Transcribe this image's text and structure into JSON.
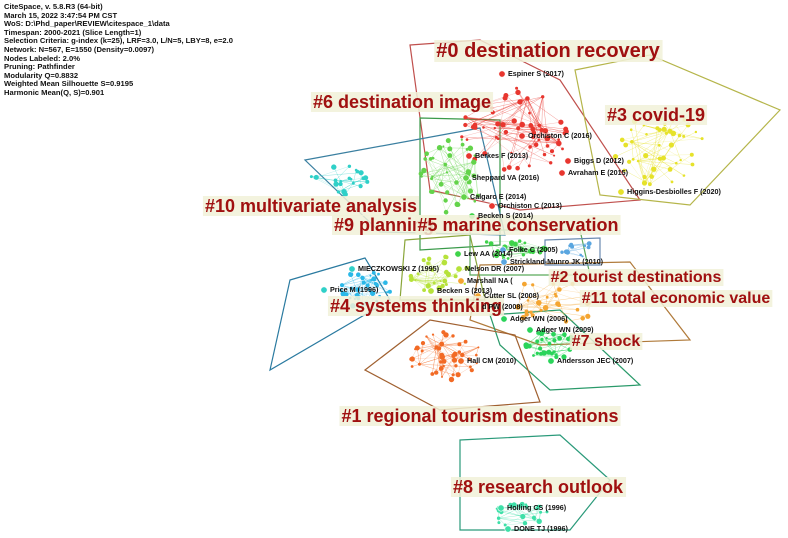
{
  "info_lines": [
    "CiteSpace, v. 5.8.R3 (64-bit)",
    "March 15, 2022 3:47:54 PM CST",
    "WoS: D:\\Phd_paper\\REVIEW\\citespace_1\\data",
    "Timespan: 2000-2021 (Slice Length=1)",
    "Selection Criteria: g-index (k=25), LRF=3.0, L/N=5, LBY=8, e=2.0",
    "Network: N=567, E=1550 (Density=0.0097)",
    "Nodes Labeled: 2.0%",
    "Pruning: Pathfinder",
    "Modularity Q=0.8832",
    "Weighted Mean Silhouette S=0.9195",
    "Harmonic Mean(Q, S)=0.901"
  ],
  "clusters": [
    {
      "id": "c0",
      "label": "#0 destination recovery",
      "color": "#e8362f",
      "hull": "#c0504d"
    },
    {
      "id": "c3",
      "label": "#3 covid-19",
      "color": "#e6e22a",
      "hull": "#b5b54a"
    },
    {
      "id": "c6",
      "label": "#6 destination image",
      "color": "#63d34a",
      "hull": "#3a9a4a"
    },
    {
      "id": "c10",
      "label": "#10 multivariate analysis",
      "color": "#2fd0c8",
      "hull": "#3a7fa0"
    },
    {
      "id": "c9",
      "label": "#9 planning",
      "color": "#b6e23a",
      "hull": "#8aa63a"
    },
    {
      "id": "c5",
      "label": "#5 marine conservation",
      "color": "#3fd34a",
      "hull": "#5aaa5a"
    },
    {
      "id": "c2",
      "label": "#2 tourist destinations",
      "color": "#f4a531",
      "hull": "#b07a3a"
    },
    {
      "id": "c11",
      "label": "#11 total economic value",
      "color": "#5aa6e0",
      "hull": "#6a8ab0"
    },
    {
      "id": "c4",
      "label": "#4 systems thinking",
      "color": "#2ab8e8",
      "hull": "#2a7aa0"
    },
    {
      "id": "c7",
      "label": "#7 shock",
      "color": "#2ad45a",
      "hull": "#2a9a6a"
    },
    {
      "id": "c1",
      "label": "#1 regional tourism destinations",
      "color": "#f26a25",
      "hull": "#a06030"
    },
    {
      "id": "c8",
      "label": "#8 research outlook",
      "color": "#3ee0a8",
      "hull": "#2a9a7a"
    }
  ],
  "node_labels": [
    {
      "text": "Espiner S (2017)",
      "cluster": "c0"
    },
    {
      "text": "Orchiston C (2016)",
      "cluster": "c0"
    },
    {
      "text": "Biggs D (2012)",
      "cluster": "c0"
    },
    {
      "text": "Avraham E (2015)",
      "cluster": "c0"
    },
    {
      "text": "Higgins-Desbiolles F (2020)",
      "cluster": "c3"
    },
    {
      "text": "Berkes F (2013)",
      "cluster": "c0"
    },
    {
      "text": "Sheppard VA (2016)",
      "cluster": "c6"
    },
    {
      "text": "Orchiston C (2013)",
      "cluster": "c0"
    },
    {
      "text": "Calgaro E (2014)",
      "cluster": "c6"
    },
    {
      "text": "Becken S (2014)",
      "cluster": "c5"
    },
    {
      "text": "Folke C (2005)",
      "cluster": "c11"
    },
    {
      "text": "Lew AA (2014)",
      "cluster": "c5"
    },
    {
      "text": "Strickland-Munro JK (2010)",
      "cluster": "c11"
    },
    {
      "text": "MIECZKOWSKI Z (1995)",
      "cluster": "c10"
    },
    {
      "text": "Nelson DR (2007)",
      "cluster": "c9"
    },
    {
      "text": "Marshall NA (",
      "cluster": "c2"
    },
    {
      "text": "Price M (1996)",
      "cluster": "c10"
    },
    {
      "text": "Becken S (2013)",
      "cluster": "c9"
    },
    {
      "text": "Cutter SL (2008)",
      "cluster": "c2"
    },
    {
      "text": "d PW (2008)",
      "cluster": "c2"
    },
    {
      "text": "Adger WN (2006)",
      "cluster": "c7"
    },
    {
      "text": "Adger WN (2009)",
      "cluster": "c7"
    },
    {
      "text": "Andersson JEC (2007)",
      "cluster": "c7"
    },
    {
      "text": "Hall CM (2010)",
      "cluster": "c1"
    },
    {
      "text": "Holling CS (1996)",
      "cluster": "c8"
    },
    {
      "text": "DONE TJ (1996)",
      "cluster": "c8"
    }
  ]
}
